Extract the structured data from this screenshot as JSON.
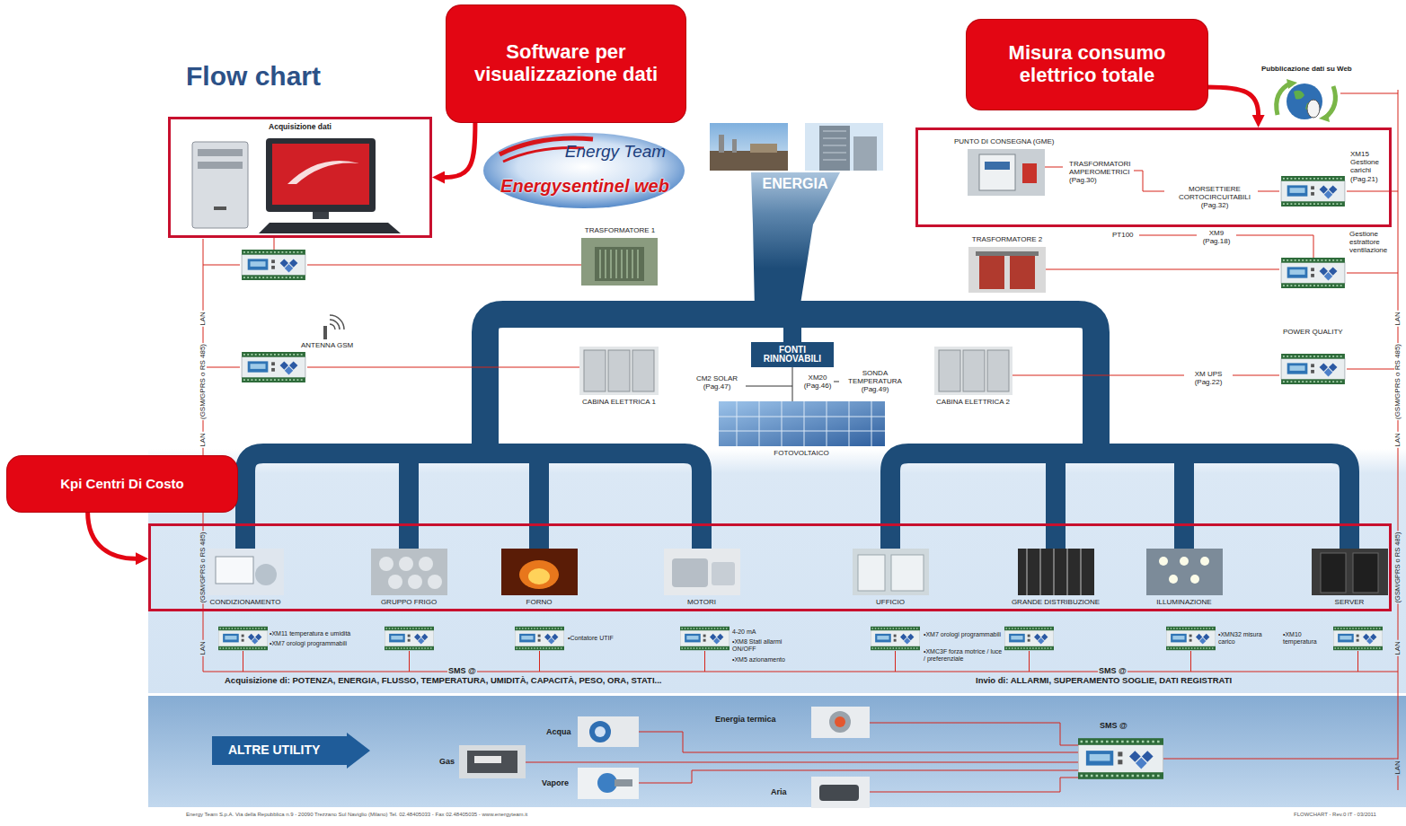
{
  "diagram": {
    "title": "Flow chart",
    "nodes": [
      {
        "text": [
          "Software per visualizzazione dati"
        ]
      },
      {
        "text": [
          "Misura consumo elettrico totale"
        ]
      },
      {
        "text": [
          "Acquisizione dati"
        ]
      },
      {
        "text": [
          "PUNTO DI CONSEGNA (GME)",
          "TRASFORMATORI AMPEROMETRICI (Pag.30)",
          "MORSETTIERE CORTOCIRCUITABILI (Pag.32)",
          "XM15 Gestione carichi (Pag.21)"
        ]
      },
      {
        "text": [
          "FONTI RINNOVABILI"
        ]
      },
      {
        "text": [
          "Kpi Centri Di Costo"
        ]
      },
      {
        "text": [
          "CONDIZIONAMENTO",
          "GRUPPO FRIGO",
          "FORNO",
          "MOTORI",
          "UFFICIO",
          "GRANDE DISTRIBUZIONE",
          "ILLUMINAZIONE",
          "SERVER"
        ]
      },
      {
        "text": [
          "ALTRE UTILITY"
        ]
      }
    ],
    "edges": [
      {
        "from": 0,
        "to": 2,
        "arrow": "to"
      },
      {
        "from": 1,
        "to": 3,
        "arrow": "to"
      },
      {
        "from": 5,
        "to": 6,
        "arrow": "to"
      }
    ],
    "labels": [
      "Energy Team",
      "Energysentinel web",
      "ENERGIA",
      "TRASFORMATORE 1",
      "ANTENNA GSM",
      "CABINA ELETTRICA 1",
      "CM2 SOLAR (Pag.47)",
      "XM20 (Pag.46)",
      "SONDA TEMPERATURA (Pag.49)",
      "FOTOVOLTAICO",
      "CABINA ELETTRICA 2",
      "TRASFORMATORE 2",
      "PT100",
      "XM9 (Pag.18)",
      "Gestione estrattore ventilazione",
      "POWER QUALITY",
      "XM UPS (Pag.22)",
      "Pubblicazione dati su Web",
      "LAN",
      "(GSM/GPRS o RS 485)",
      "LAN",
      "(GSM/GPRS o RS 485)",
      "LAN",
      "LAN",
      "(GSM/GPRS o RS 485)",
      "LAN",
      "(GSM/GPRS o RS 485)",
      "LAN",
      "LAN",
      "•XM11 temperatura e umidità",
      "•XM7 orologi programmabili",
      "•Contatore UTIF",
      "4-20 mA",
      "•XM8 Stati allarmi ON/OFF",
      "•XM5 azionamento",
      "•XM7 orologi programmabili",
      "•XMC3F forza motrice / luce / preferenziale",
      "•XMN32 misura carico",
      "•XM10 temperatura",
      "SMS @",
      "SMS @",
      "Acquisizione di: POTENZA, ENERGIA, FLUSSO, TEMPERATURA, UMIDITÀ, CAPACITÀ, PESO, ORA, STATI...",
      "Invio di: ALLARMI, SUPERAMENTO SOGLIE, DATI REGISTRATI",
      "SMS @",
      "Acqua",
      "Gas",
      "Vapore",
      "Energia termica",
      "Aria",
      "Energy Team S.p.A. Via della Repubblica n.9 - 20090 Trezzano Sul Naviglio (Milano) Tel. 02.48405033 - Fax 02.48405035 - www.energyteam.it",
      "FLOWCHART - Rev.0 IT - 03/2011"
    ]
  }
}
